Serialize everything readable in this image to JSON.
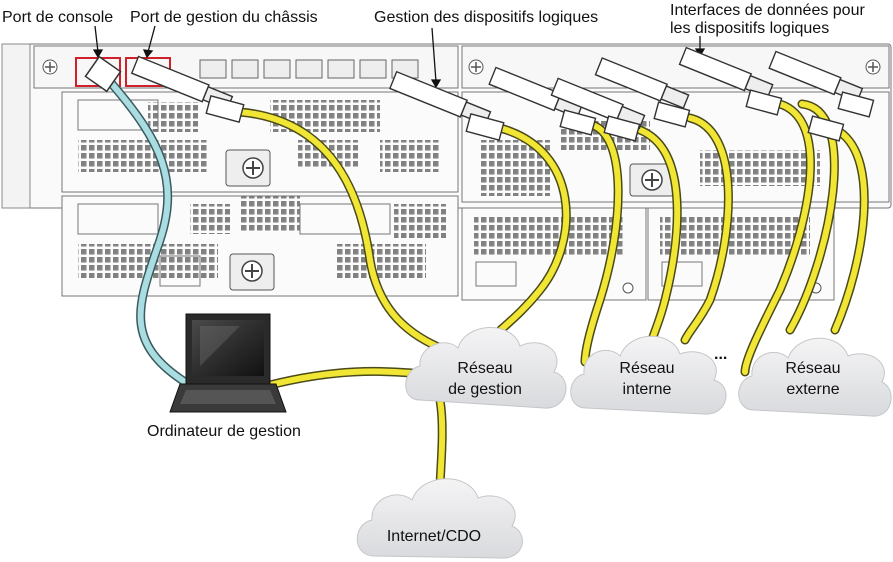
{
  "callouts": {
    "console_port": "Port de console",
    "chassis_mgmt_port": "Port de gestion du châssis",
    "logical_device_mgmt": "Gestion des dispositifs logiques",
    "data_interfaces_line1": "Interfaces de données pour",
    "data_interfaces_line2": "les dispositifs logiques"
  },
  "clouds": {
    "mgmt_line1": "Réseau",
    "mgmt_line2": "de gestion",
    "inside_line1": "Réseau",
    "inside_line2": "interne",
    "outside_line1": "Réseau",
    "outside_line2": "externe",
    "ellipsis": "...",
    "internet": "Internet/CDO"
  },
  "laptop_label": "Ordinateur de gestion",
  "colors": {
    "cable_yellow": "#f2e635",
    "cable_outline": "#4a4a1a",
    "console_cable": "#a9dde2",
    "highlight_red": "#d0202a",
    "cloud_fill": "#e9eaec"
  }
}
